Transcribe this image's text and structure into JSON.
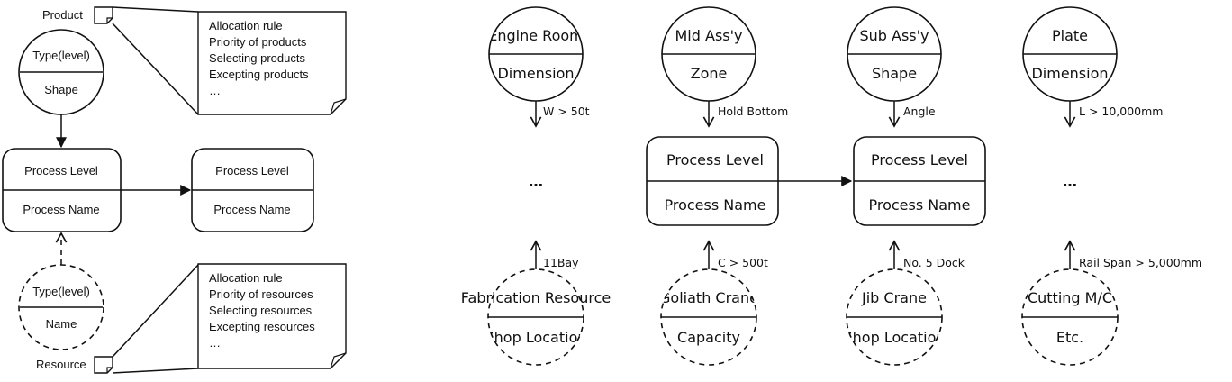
{
  "left": {
    "product_label": "Product",
    "product_node": {
      "top": "Type(level)",
      "bottom": "Shape"
    },
    "product_note": [
      "Allocation rule",
      "Priority of products",
      "Selecting products",
      "Excepting products",
      "…"
    ],
    "process_a": {
      "top": "Process Level",
      "bottom": "Process Name"
    },
    "process_b": {
      "top": "Process Level",
      "bottom": "Process Name"
    },
    "resource_node": {
      "top": "Type(level)",
      "bottom": "Name"
    },
    "resource_label": "Resource",
    "resource_note": [
      "Allocation rule",
      "Priority of resources",
      "Selecting resources",
      "Excepting resources",
      "…"
    ]
  },
  "right": {
    "columns": [
      {
        "product_top": "Engine Room",
        "product_bottom": "Dimension",
        "product_rule": "W > 50t",
        "middle": "…",
        "resource_rule": "11Bay",
        "resource_top": "Fabrication Resource",
        "resource_bottom": "Shop Location"
      },
      {
        "product_top": "Mid Ass'y",
        "product_bottom": "Zone",
        "product_rule": "Hold Bottom",
        "process_top": "Process Level",
        "process_bottom": "Process Name",
        "resource_rule": "C > 500t",
        "resource_top": "Goliath Crane",
        "resource_bottom": "Capacity"
      },
      {
        "product_top": "Sub Ass'y",
        "product_bottom": "Shape",
        "product_rule": "Angle",
        "process_top": "Process Level",
        "process_bottom": "Process Name",
        "resource_rule": "No. 5 Dock",
        "resource_top": "Jib Crane",
        "resource_bottom": "Shop Location"
      },
      {
        "product_top": "Plate",
        "product_bottom": "Dimension",
        "product_rule": "L > 10,000mm",
        "middle": "…",
        "resource_rule": "Rail Span > 5,000mm",
        "resource_top": "Cutting M/C",
        "resource_bottom": "Etc."
      }
    ]
  }
}
